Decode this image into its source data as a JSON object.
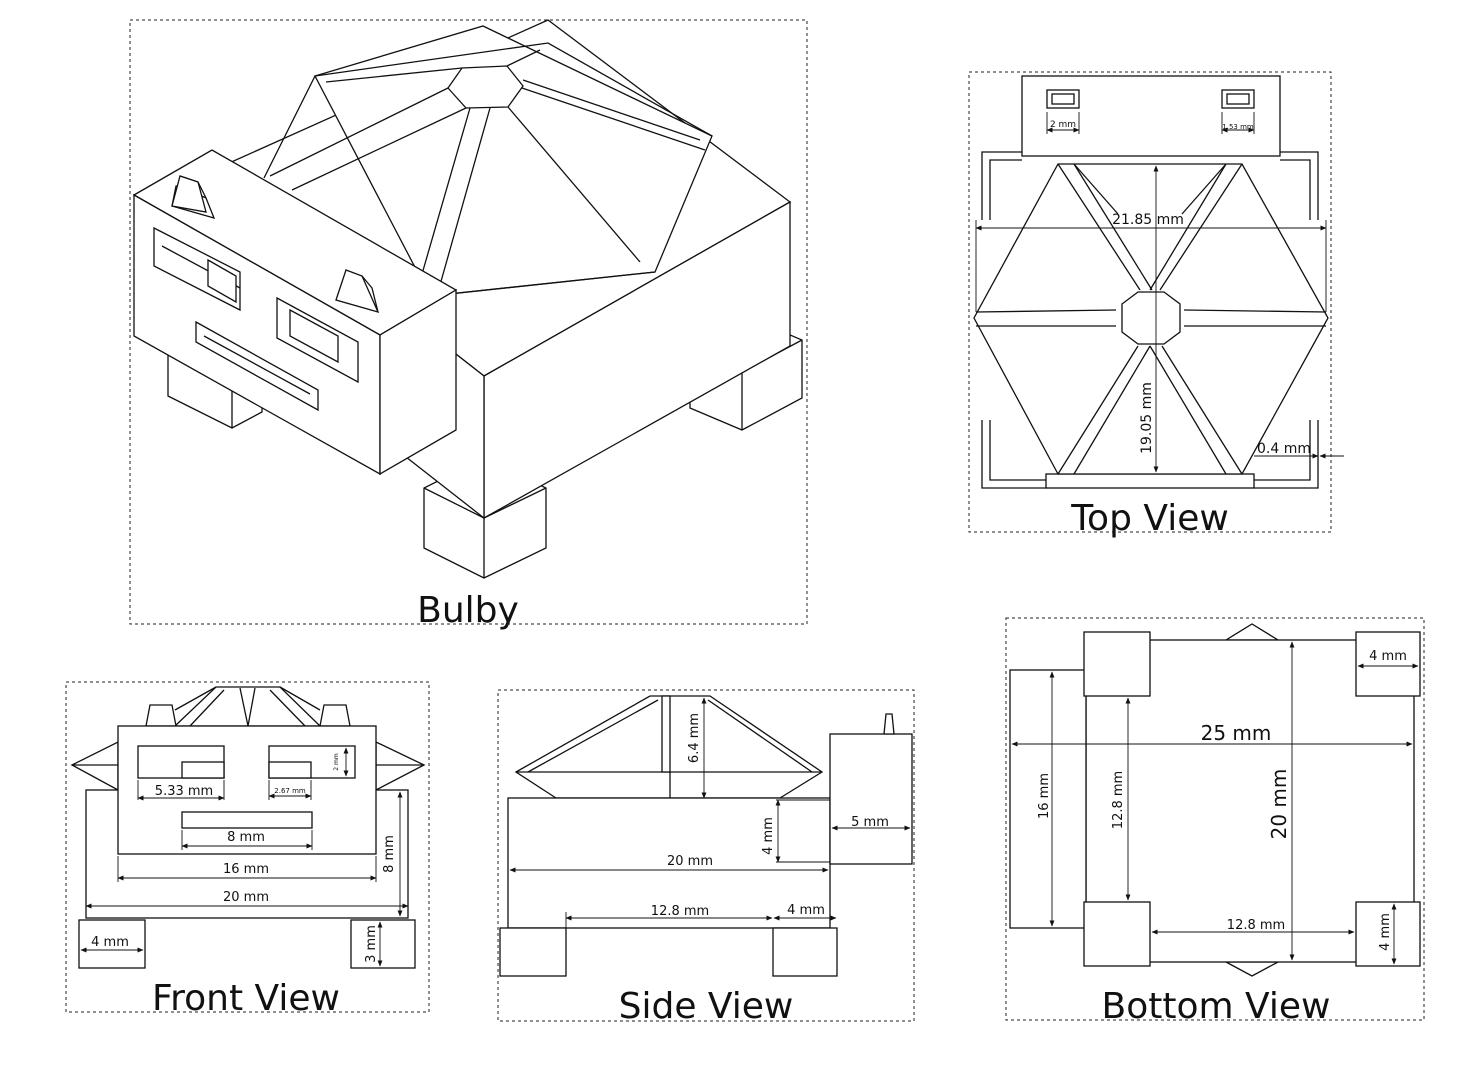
{
  "titles": {
    "iso": "Bulby",
    "top": "Top View",
    "front": "Front View",
    "side": "Side View",
    "bottom": "Bottom View"
  },
  "top_dims": {
    "slot_a": "2 mm",
    "slot_b": "1.53 mm",
    "width": "21.85 mm",
    "height": "19.05 mm",
    "gap": "0.4 mm"
  },
  "front_dims": {
    "eye_w": "5.33 mm",
    "pupil_w": "2.67 mm",
    "eye_h": "2 mm",
    "mouth": "8 mm",
    "head_w": "16 mm",
    "body_w": "20 mm",
    "body_h": "8 mm",
    "leg_w": "4 mm",
    "leg_h": "3 mm"
  },
  "side_dims": {
    "roof_h": "6.4 mm",
    "head_d": "5 mm",
    "body_h": "4 mm",
    "body_l": "20 mm",
    "leg_gap": "12.8 mm",
    "leg_w": "4 mm"
  },
  "bottom_dims": {
    "leg_w": "4 mm",
    "length": "25 mm",
    "head_h": "16 mm",
    "inner_h": "12.8 mm",
    "width": "20 mm",
    "leg_gap": "12.8 mm",
    "leg_h": "4 mm"
  }
}
